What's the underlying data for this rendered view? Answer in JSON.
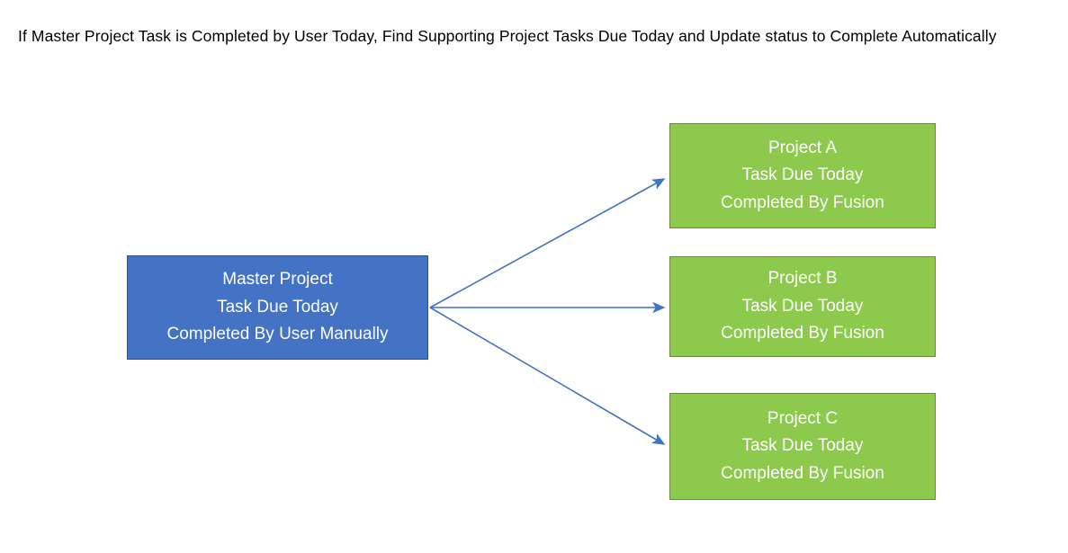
{
  "title": "If Master Project Task is Completed by User Today, Find Supporting Project Tasks Due Today and Update status to Complete Automatically",
  "colors": {
    "master_fill": "#4472C4",
    "master_border": "#2F528F",
    "project_fill": "#8CC94C",
    "project_border": "#6E8B3D",
    "arrow": "#4472C4",
    "title_text": "#000000",
    "node_text": "#FFFFFF",
    "background": "#FFFFFF"
  },
  "nodes": {
    "master": {
      "id": "master-project",
      "line1": "Master Project",
      "line2": "Task Due Today",
      "line3": "Completed By User Manually"
    },
    "projects": [
      {
        "id": "project-a",
        "line1": "Project A",
        "line2": "Task Due Today",
        "line3": "Completed By Fusion"
      },
      {
        "id": "project-b",
        "line1": "Project B",
        "line2": "Task Due Today",
        "line3": "Completed By Fusion"
      },
      {
        "id": "project-c",
        "line1": "Project C",
        "line2": "Task Due Today",
        "line3": "Completed By Fusion"
      }
    ]
  },
  "connectors": [
    {
      "id": "arrow-master-to-project-a",
      "from": "master-project",
      "to": "project-a",
      "direction": "up-right"
    },
    {
      "id": "arrow-master-to-project-b",
      "from": "master-project",
      "to": "project-b",
      "direction": "right"
    },
    {
      "id": "arrow-master-to-project-c",
      "from": "master-project",
      "to": "project-c",
      "direction": "down-right"
    }
  ]
}
